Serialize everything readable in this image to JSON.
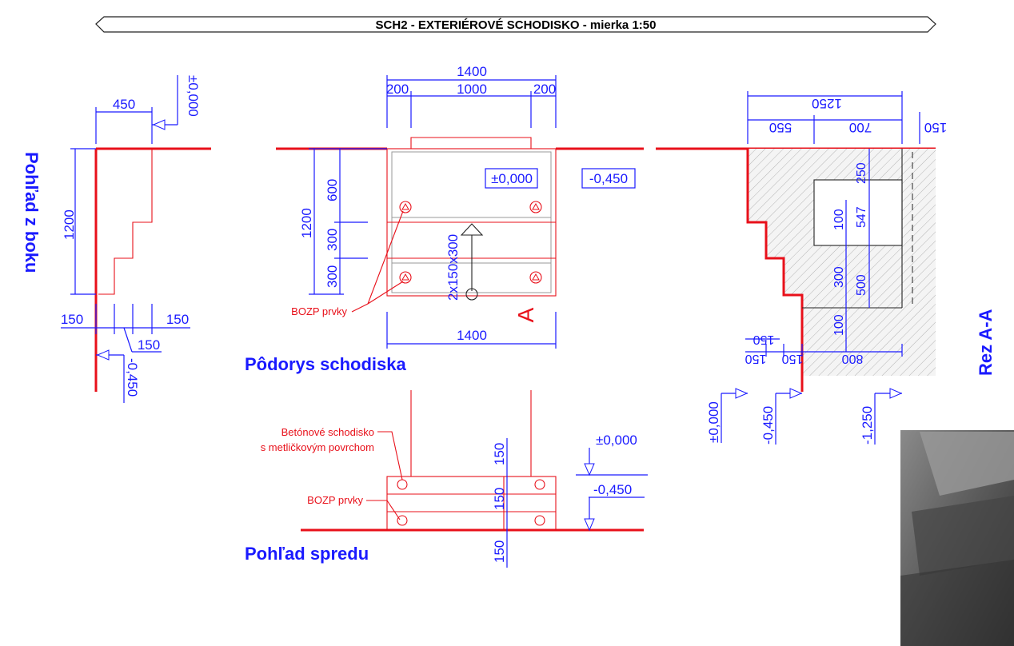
{
  "header": {
    "title": "SCH2 - EXTERIÉROVÉ SCHODISKO -  mierka 1:50"
  },
  "side_view": {
    "title": "Pohľad z boku",
    "dim_top": "450",
    "dim_height": "1200",
    "dim_left": "150",
    "dim_right": "150",
    "dim_mid": "150",
    "level_top": "±0,000",
    "level_bottom": "-0,450"
  },
  "plan_view": {
    "title": "Pôdorys schodiska",
    "dim_total_top": "1400",
    "dim_seg_left": "200",
    "dim_seg_mid": "1000",
    "dim_seg_right": "200",
    "dim_height": "1200",
    "dim_600": "600",
    "dim_300a": "300",
    "dim_300b": "300",
    "dim_bottom": "1400",
    "stair_label": "2x150x300",
    "level_inner": "±0,000",
    "level_outer": "-0,450",
    "section_mark": "A",
    "note_bozp": "BOZP prvky"
  },
  "front_view": {
    "title": "Pohľad spredu",
    "note_concrete_1": "Betónové schodisko",
    "note_concrete_2": "s metličkovým povrchom",
    "note_bozp": "BOZP prvky",
    "dim_1": "150",
    "dim_2": "150",
    "dim_3": "150",
    "level_top": "±0,000",
    "level_bottom": "-0,450"
  },
  "section_view": {
    "title": "Rez A-A",
    "dim_total": "1250",
    "dim_550": "550",
    "dim_700": "700",
    "dim_150_top": "150",
    "dim_250": "250",
    "dim_547": "547",
    "dim_100a": "100",
    "dim_300": "300",
    "dim_500": "500",
    "dim_100b": "100",
    "dim_150_side": "150",
    "dim_150_low": "150",
    "dim_150_low2": "150",
    "dim_800": "800",
    "level_0": "±0,000",
    "level_1": "-0,450",
    "level_2": "-1,250"
  },
  "colors": {
    "dimension": "#1a1aff",
    "outline": "#e8101a",
    "text": "#000000"
  }
}
